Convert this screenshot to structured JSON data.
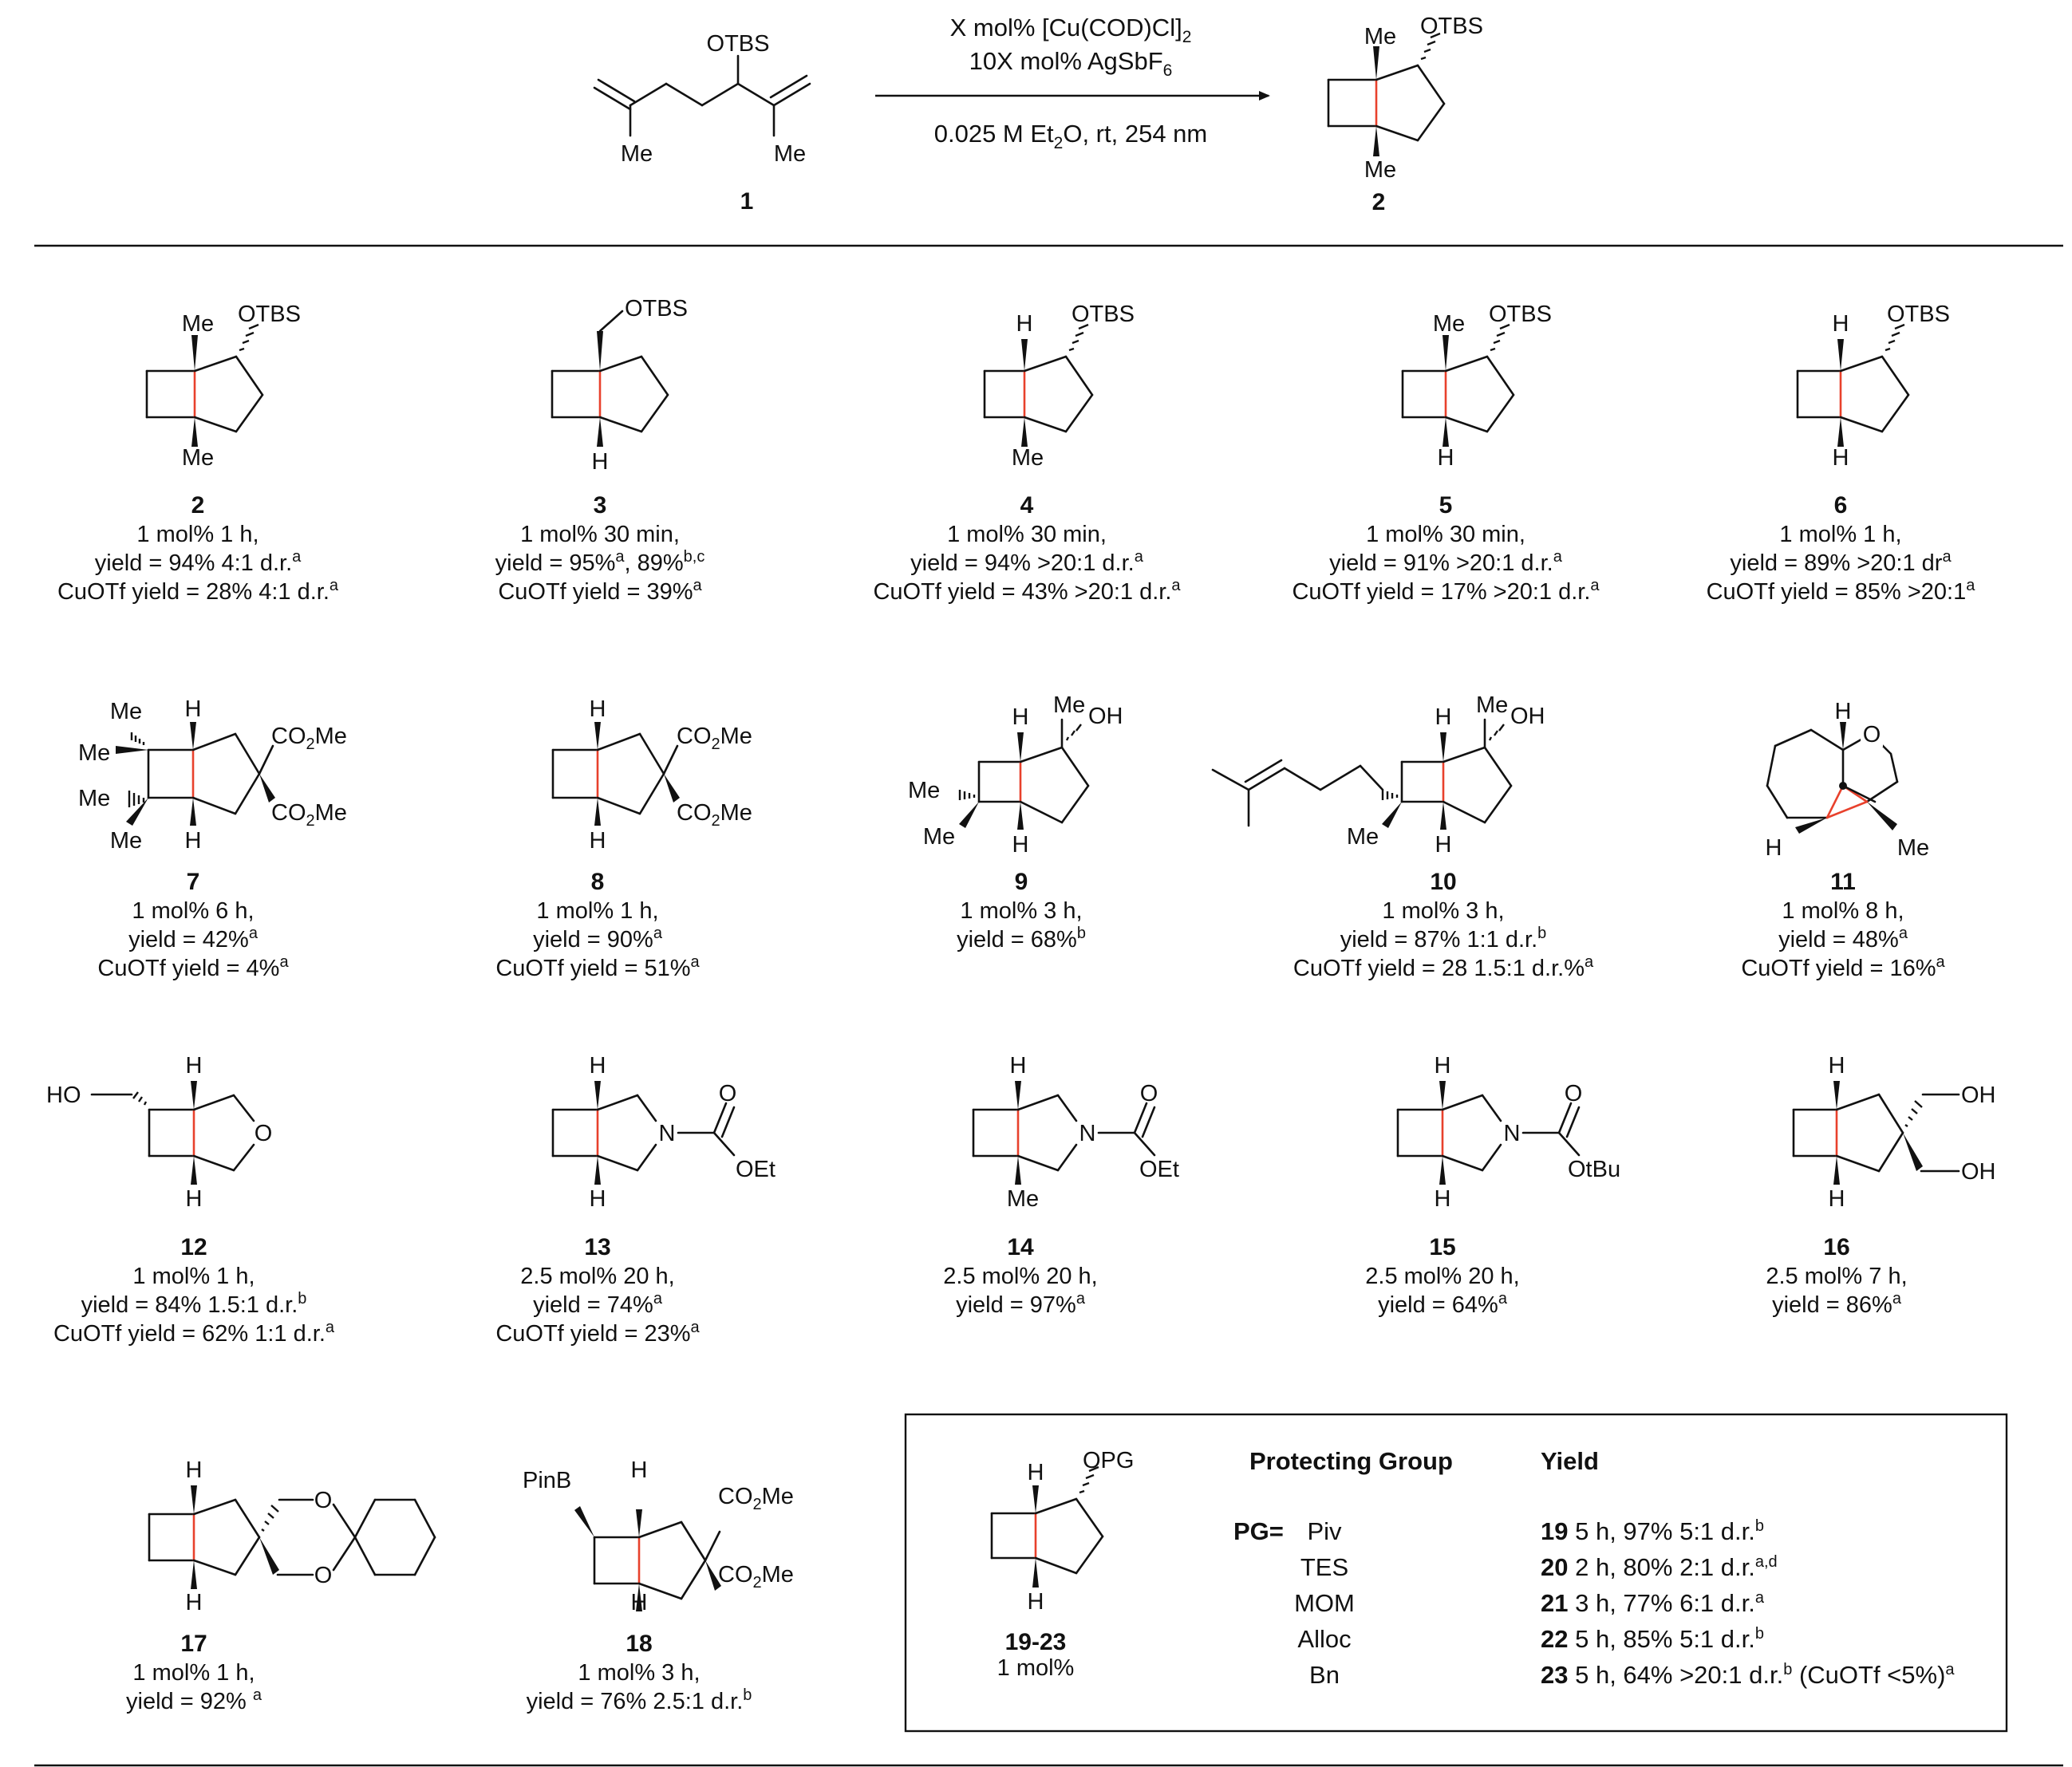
{
  "header": {
    "reagent_line1": "X mol% [Cu(COD)Cl]",
    "reagent_line1_sub": "2",
    "reagent_line2": "10X mol% AgSbF",
    "reagent_line2_sub": "6",
    "conditions_pre": "0.025 M Et",
    "conditions_sub": "2",
    "conditions_post": "O, rt, 254 nm",
    "start_label": "1",
    "product_label": "2",
    "start_groups": {
      "otbs": "OTBS",
      "me_left": "Me",
      "me_right": "Me"
    },
    "product_groups": {
      "otbs": "OTBS",
      "me_top": "Me",
      "me_bottom": "Me"
    }
  },
  "atom_labels": {
    "me": "Me",
    "h": "H",
    "otbs": "OTBS",
    "oh": "OH",
    "o": "O",
    "n": "N",
    "oet": "OEt",
    "otbu": "OtBu",
    "co2me_pre": "CO",
    "co2me_sub": "2",
    "co2me_post": "Me",
    "ho": "HO",
    "pinb": "PinB",
    "opg": "OPG"
  },
  "compounds": [
    {
      "id": "2",
      "lines": [
        [
          [
            "1 mol% 1 h,",
            ""
          ]
        ],
        [
          [
            "yield = 94% 4:1 d.r.",
            ""
          ],
          [
            "a",
            "sup"
          ]
        ],
        [
          [
            "CuOTf yield = 28% 4:1 d.r.",
            ""
          ],
          [
            "a",
            "sup"
          ]
        ]
      ]
    },
    {
      "id": "3",
      "lines": [
        [
          [
            "1 mol% 30 min,",
            ""
          ]
        ],
        [
          [
            "yield = 95%",
            ""
          ],
          [
            "a",
            "sup"
          ],
          [
            ", 89%",
            ""
          ],
          [
            "b,c",
            "sup"
          ]
        ],
        [
          [
            "CuOTf yield = 39%",
            ""
          ],
          [
            "a",
            "sup"
          ]
        ]
      ]
    },
    {
      "id": "4",
      "lines": [
        [
          [
            "1 mol% 30 min,",
            ""
          ]
        ],
        [
          [
            "yield = 94% >20:1 d.r.",
            ""
          ],
          [
            "a",
            "sup"
          ]
        ],
        [
          [
            "CuOTf yield = 43% >20:1 d.r.",
            ""
          ],
          [
            "a",
            "sup"
          ]
        ]
      ]
    },
    {
      "id": "5",
      "lines": [
        [
          [
            "1 mol% 30 min,",
            ""
          ]
        ],
        [
          [
            "yield = 91% >20:1 d.r.",
            ""
          ],
          [
            "a",
            "sup"
          ]
        ],
        [
          [
            "CuOTf yield = 17% >20:1 d.r.",
            ""
          ],
          [
            "a",
            "sup"
          ]
        ]
      ]
    },
    {
      "id": "6",
      "lines": [
        [
          [
            "1 mol% 1 h,",
            ""
          ]
        ],
        [
          [
            "yield = 89% >20:1 dr",
            ""
          ],
          [
            "a",
            "sup"
          ]
        ],
        [
          [
            "CuOTf yield = 85% >20:1",
            ""
          ],
          [
            "a",
            "sup"
          ]
        ]
      ]
    },
    {
      "id": "7",
      "lines": [
        [
          [
            "1 mol% 6 h,",
            ""
          ]
        ],
        [
          [
            "yield = 42%",
            ""
          ],
          [
            "a",
            "sup"
          ]
        ],
        [
          [
            "CuOTf yield = 4%",
            ""
          ],
          [
            "a",
            "sup"
          ]
        ]
      ]
    },
    {
      "id": "8",
      "lines": [
        [
          [
            "1 mol% 1 h,",
            ""
          ]
        ],
        [
          [
            "yield = 90%",
            ""
          ],
          [
            "a",
            "sup"
          ]
        ],
        [
          [
            "CuOTf yield = 51%",
            ""
          ],
          [
            "a",
            "sup"
          ]
        ]
      ]
    },
    {
      "id": "9",
      "lines": [
        [
          [
            "1 mol% 3 h,",
            ""
          ]
        ],
        [
          [
            "yield = 68%",
            ""
          ],
          [
            "b",
            "sup"
          ]
        ]
      ]
    },
    {
      "id": "10",
      "lines": [
        [
          [
            "1 mol% 3 h,",
            ""
          ]
        ],
        [
          [
            "yield = 87% 1:1 d.r.",
            ""
          ],
          [
            "b",
            "sup"
          ]
        ],
        [
          [
            "CuOTf yield = 28 1.5:1 d.r.%",
            ""
          ],
          [
            "a",
            "sup"
          ]
        ]
      ]
    },
    {
      "id": "11",
      "lines": [
        [
          [
            "1 mol% 8 h,",
            ""
          ]
        ],
        [
          [
            "yield = 48%",
            ""
          ],
          [
            "a",
            "sup"
          ]
        ],
        [
          [
            "CuOTf yield = 16%",
            ""
          ],
          [
            "a",
            "sup"
          ]
        ]
      ]
    },
    {
      "id": "12",
      "lines": [
        [
          [
            "1 mol% 1 h,",
            ""
          ]
        ],
        [
          [
            "yield = 84% 1.5:1 d.r.",
            ""
          ],
          [
            "b",
            "sup"
          ]
        ],
        [
          [
            "CuOTf yield = 62% 1:1 d.r.",
            ""
          ],
          [
            "a",
            "sup"
          ]
        ]
      ]
    },
    {
      "id": "13",
      "lines": [
        [
          [
            "2.5 mol% 20 h,",
            ""
          ]
        ],
        [
          [
            "yield = 74%",
            ""
          ],
          [
            "a",
            "sup"
          ]
        ],
        [
          [
            "CuOTf yield = 23%",
            ""
          ],
          [
            "a",
            "sup"
          ]
        ]
      ]
    },
    {
      "id": "14",
      "lines": [
        [
          [
            "2.5 mol% 20 h,",
            ""
          ]
        ],
        [
          [
            "yield = 97%",
            ""
          ],
          [
            "a",
            "sup"
          ]
        ]
      ]
    },
    {
      "id": "15",
      "lines": [
        [
          [
            "2.5 mol% 20 h,",
            ""
          ]
        ],
        [
          [
            "yield = 64%",
            ""
          ],
          [
            "a",
            "sup"
          ]
        ]
      ]
    },
    {
      "id": "16",
      "lines": [
        [
          [
            "2.5 mol% 7 h,",
            ""
          ]
        ],
        [
          [
            "yield = 86%",
            ""
          ],
          [
            "a",
            "sup"
          ]
        ]
      ]
    },
    {
      "id": "17",
      "lines": [
        [
          [
            "1 mol% 1 h,",
            ""
          ]
        ],
        [
          [
            "yield = 92% ",
            ""
          ],
          [
            "a",
            "sup"
          ]
        ]
      ]
    },
    {
      "id": "18",
      "lines": [
        [
          [
            "1 mol% 3 h,",
            ""
          ]
        ],
        [
          [
            "yield = 76% 2.5:1 d.r.",
            ""
          ],
          [
            "b",
            "sup"
          ]
        ]
      ]
    }
  ],
  "table": {
    "compound_id": "19-23",
    "compound_note": "1 mol%",
    "col_pg": "Protecting Group",
    "col_yield": "Yield",
    "pg_prefix": "PG=",
    "rows": [
      {
        "pg": "Piv",
        "num": "19",
        "segs": [
          [
            " 5 h, 97% 5:1 d.r.",
            ""
          ],
          [
            "b",
            "sup"
          ]
        ]
      },
      {
        "pg": "TES",
        "num": "20",
        "segs": [
          [
            " 2 h, 80% 2:1 d.r.",
            ""
          ],
          [
            "a,d",
            "sup"
          ]
        ]
      },
      {
        "pg": "MOM",
        "num": "21",
        "segs": [
          [
            " 3 h, 77% 6:1 d.r.",
            ""
          ],
          [
            "a",
            "sup"
          ]
        ]
      },
      {
        "pg": "Alloc",
        "num": "22",
        "segs": [
          [
            " 5 h, 85% 5:1 d.r.",
            ""
          ],
          [
            "b",
            "sup"
          ]
        ]
      },
      {
        "pg": "Bn",
        "num": "23",
        "segs": [
          [
            " 5 h, 64% >20:1 d.r.",
            ""
          ],
          [
            "b",
            "sup"
          ],
          [
            " (CuOTf <5%)",
            ""
          ],
          [
            "a",
            "sup"
          ]
        ]
      }
    ]
  }
}
